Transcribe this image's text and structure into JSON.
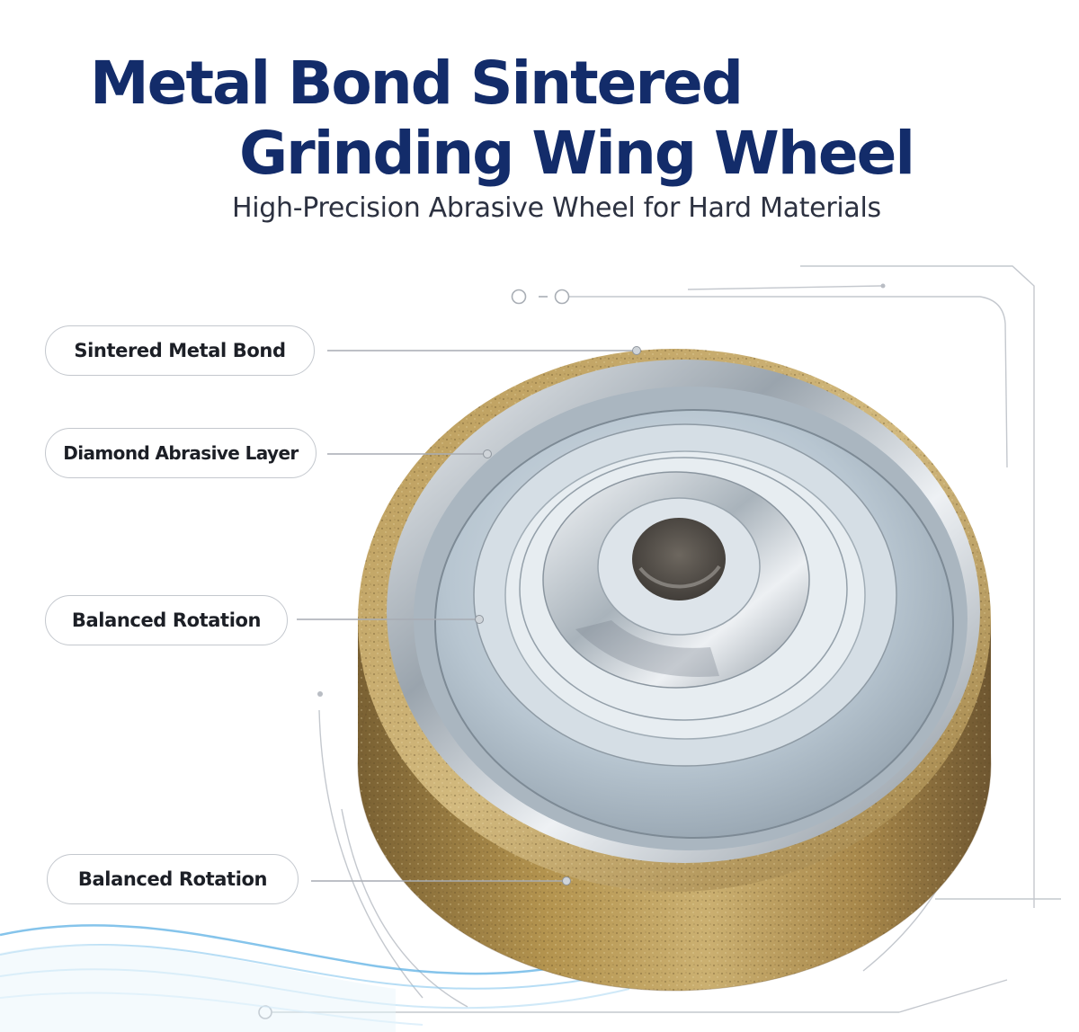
{
  "header": {
    "title_line1": "Metal Bond Sintered",
    "title_line2": "Grinding Wing Wheel",
    "subtitle": "High-Precision Abrasive Wheel for Hard Materials"
  },
  "callouts": [
    {
      "label": "Sintered Metal Bond"
    },
    {
      "label": "Diamond Abrasive Layer"
    },
    {
      "label": "Balanced Rotation"
    },
    {
      "label": "Balanced Rotation"
    }
  ],
  "colors": {
    "title": "#132c6a",
    "subtitle": "#2c3140",
    "bronze": "#a88848",
    "steel": "#c9d3da",
    "accent_wave": "#5cb0e4",
    "lines": "#b9bdc4"
  }
}
